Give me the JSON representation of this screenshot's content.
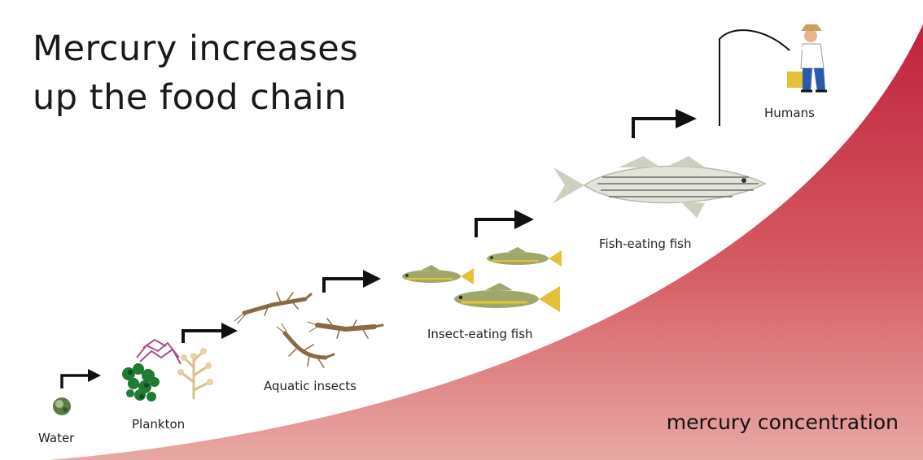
{
  "title": {
    "line1": "Mercury increases",
    "line2": "up the food chain"
  },
  "stages": [
    {
      "label": "Water"
    },
    {
      "label": "Plankton"
    },
    {
      "label": "Aquatic insects"
    },
    {
      "label": "Insect-eating fish"
    },
    {
      "label": "Fish-eating fish"
    },
    {
      "label": "Humans"
    }
  ],
  "gradient_label": "mercury concentration",
  "colors": {
    "gradient_dark": "#c0223d",
    "gradient_light": "#e8a8a4",
    "arrow": "#111111",
    "fish_green": "#9fa86a",
    "fish_yellow": "#e2c23a",
    "plankton_green": "#1f7a33",
    "plankton_purple": "#b04c8a",
    "plankton_tan": "#d7c08c",
    "insect_brown": "#8a6a45"
  }
}
